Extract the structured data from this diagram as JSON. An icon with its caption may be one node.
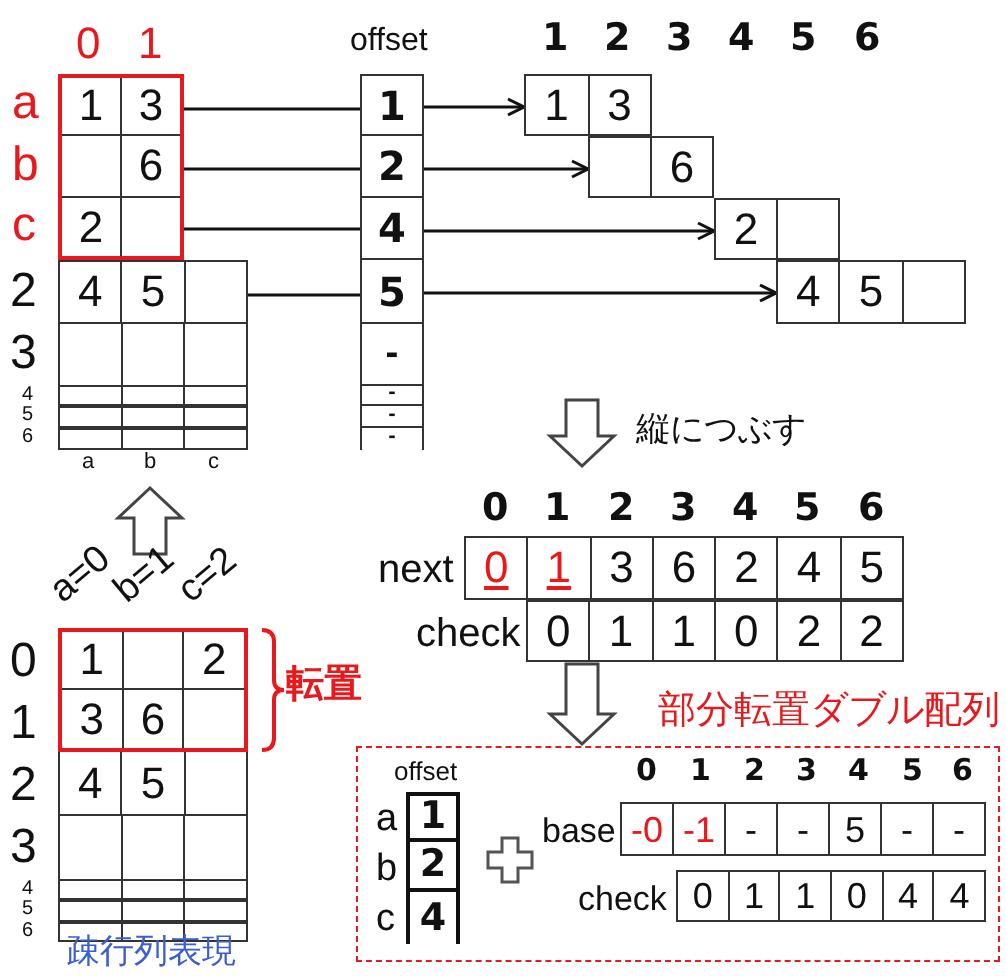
{
  "diagram": {
    "nodes": [
      {
        "text": [],
        "shape": "box"
      },
      {
        "text": [
          "1",
          "3"
        ],
        "in": 0
      },
      {
        "text": [
          "6"
        ],
        "in": 0
      },
      {
        "text": [
          "2"
        ],
        "in": 0
      },
      {
        "text": [],
        "shape": "box"
      },
      {
        "text": [
          "4",
          "5"
        ],
        "in": 4
      },
      {
        "text": [
          "offset"
        ]
      },
      {
        "text": [
          "1"
        ],
        "in": 6
      },
      {
        "text": [
          "2"
        ],
        "in": 6
      },
      {
        "text": [
          "4"
        ],
        "in": 6
      },
      {
        "text": [
          "5"
        ],
        "in": 6
      },
      {
        "text": [
          "-"
        ],
        "in": 6
      },
      {
        "text": [
          "-"
        ],
        "in": 6
      },
      {
        "text": [
          "-"
        ],
        "in": 6
      },
      {
        "text": [
          "-"
        ],
        "in": 6
      },
      {
        "text": [
          "1",
          "3"
        ]
      },
      {
        "text": [
          "6"
        ]
      },
      {
        "text": [
          "2"
        ]
      },
      {
        "text": [
          "4",
          "5"
        ]
      },
      {
        "text": [
          "next",
          "0",
          "1",
          "3",
          "6",
          "2",
          "4",
          "5"
        ]
      },
      {
        "text": [
          "check",
          "0",
          "1",
          "1",
          "0",
          "2",
          "2"
        ]
      },
      {
        "text": [],
        "shape": "box",
        "beside": [
          "疎行列表現"
        ]
      },
      {
        "text": [],
        "shape": "box",
        "in": 21,
        "beside": [
          "転置"
        ]
      },
      {
        "text": [
          "1",
          "2"
        ],
        "in": 22
      },
      {
        "text": [
          "3",
          "6"
        ],
        "in": 22
      },
      {
        "text": [
          "4",
          "5"
        ],
        "in": 21
      },
      {
        "text": [
          "部分転置ダブル配列"
        ]
      },
      {
        "text": [
          "offset"
        ],
        "in": 26
      },
      {
        "text": [
          "1"
        ],
        "in": 27
      },
      {
        "text": [
          "2"
        ],
        "in": 27
      },
      {
        "text": [
          "4"
        ],
        "in": 27
      },
      {
        "text": [
          "base",
          "-0",
          "-1",
          "-",
          "-",
          "5",
          "-",
          "-"
        ],
        "in": 26
      },
      {
        "text": [
          "check",
          "0",
          "1",
          "1",
          "0",
          "4",
          "4"
        ],
        "in": 26
      }
    ],
    "edges": [
      {
        "from": 1,
        "to": 7,
        "arrow": "none"
      },
      {
        "from": 7,
        "to": 15,
        "arrow": "to"
      },
      {
        "from": 2,
        "to": 8,
        "arrow": "none"
      },
      {
        "from": 8,
        "to": 16,
        "arrow": "to"
      },
      {
        "from": 3,
        "to": 9,
        "arrow": "none"
      },
      {
        "from": 9,
        "to": 17,
        "arrow": "to"
      },
      {
        "from": 5,
        "to": 10,
        "arrow": "none"
      },
      {
        "from": 10,
        "to": 18,
        "arrow": "to"
      },
      {
        "from": 20,
        "to": 26,
        "arrow": "to",
        "style": "thick"
      }
    ],
    "labels": [
      "0",
      "1",
      "1",
      "2",
      "3",
      "4",
      "5",
      "6",
      "a",
      "b",
      "c",
      "2",
      "3",
      "4",
      "5",
      "6",
      "a",
      "b",
      "c",
      "縦につぶす",
      "a=0",
      "b=1",
      "c=2",
      "0",
      "1",
      "2",
      "3",
      "4",
      "5",
      "6",
      "0",
      "1",
      "2",
      "3",
      "4",
      "5",
      "6",
      "a",
      "b",
      "c",
      "0",
      "1",
      "2",
      "3",
      "4",
      "5",
      "6"
    ]
  }
}
